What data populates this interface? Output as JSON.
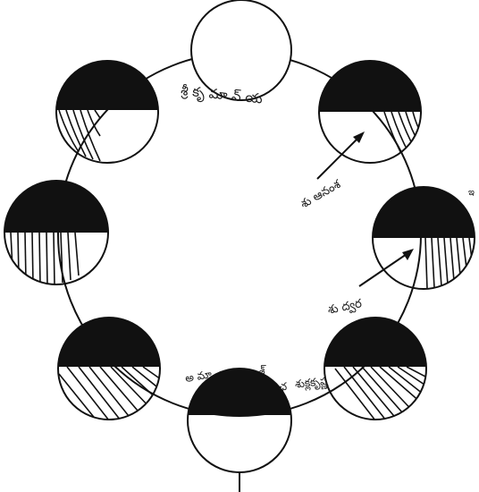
{
  "diagram": {
    "orbit_labels": {
      "top_arc": "శ్రీ కృ మా వ్ య",
      "upper_right": "శు ఆనంశ",
      "right_edge": "ఇ",
      "right": "శు ద్వర",
      "bottom_left": "అ మా",
      "bottom_mid": "శ్",
      "bottom_dot": "ఛ",
      "bottom_right": "శుక్లకృష్ణ"
    },
    "phases": [
      {
        "position": "top",
        "dark_fraction": 0.0
      },
      {
        "position": "upper-right",
        "dark_fraction": 0.5
      },
      {
        "position": "right",
        "dark_fraction": 0.5
      },
      {
        "position": "lower-right",
        "dark_fraction": 0.5
      },
      {
        "position": "bottom",
        "dark_fraction": 0.5
      },
      {
        "position": "lower-left",
        "dark_fraction": 0.5
      },
      {
        "position": "left",
        "dark_fraction": 0.5
      },
      {
        "position": "upper-left",
        "dark_fraction": 0.5
      }
    ],
    "colors": {
      "ink": "#111111",
      "paper": "#ffffff"
    }
  }
}
